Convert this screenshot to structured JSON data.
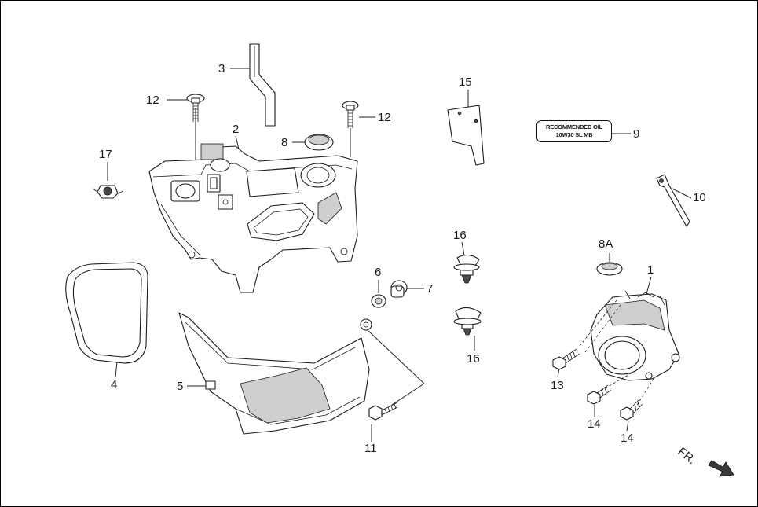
{
  "callouts": {
    "c1": "1",
    "c2": "2",
    "c3": "3",
    "c4": "4",
    "c5": "5",
    "c6": "6",
    "c7": "7",
    "c8": "8",
    "c8a": "8A",
    "c9": "9",
    "c10": "10",
    "c11": "11",
    "c12a": "12",
    "c12b": "12",
    "c13": "13",
    "c14a": "14",
    "c14b": "14",
    "c15": "15",
    "c16a": "16",
    "c16b": "16",
    "c17": "17"
  },
  "oil_label": {
    "line1": "RECOMMENDED OIL",
    "line2": "10W30 SL MB"
  },
  "direction": {
    "text": "FR."
  }
}
